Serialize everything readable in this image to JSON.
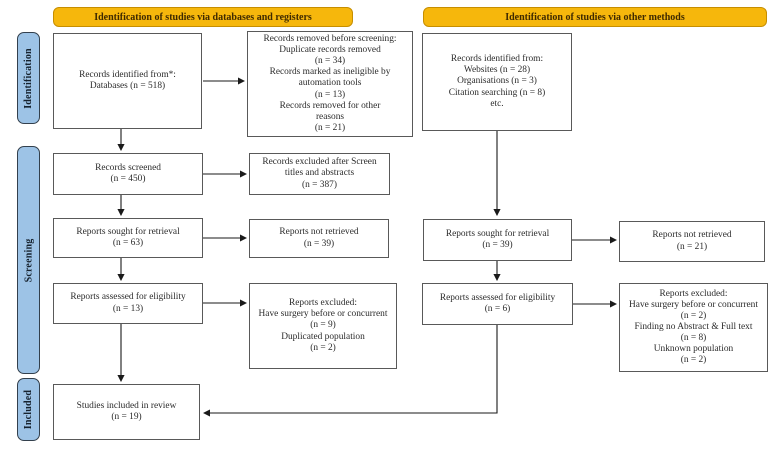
{
  "banners": [
    {
      "label": "Identification of studies via databases and registers"
    },
    {
      "label": "Identification of studies via other methods"
    }
  ],
  "stages": [
    {
      "label": "Identification"
    },
    {
      "label": "Screening"
    },
    {
      "label": "Included"
    }
  ],
  "boxes": {
    "records_identified_db": "Records identified from*:\nDatabases (n = 518)",
    "records_removed": "Records removed before screening:\nDuplicate records removed\n(n = 34)\nRecords marked as ineligible by\nautomation tools\n(n = 13)\nRecords removed for other\nreasons\n(n = 21)",
    "records_screened": "Records screened\n(n = 450)",
    "records_excluded": "Records excluded after Screen\ntitles and abstracts\n(n = 387)",
    "reports_sought_db": "Reports sought for retrieval\n(n = 63)",
    "reports_not_retrieved_db": "Reports not retrieved\n(n = 39)",
    "reports_assessed_db": "Reports assessed for eligibility\n(n = 13)",
    "reports_excluded_db": "Reports excluded:\nHave surgery before or concurrent\n(n = 9)\nDuplicated population\n(n = 2)",
    "studies_included": "Studies included in review\n(n = 19)",
    "records_identified_other": "Records identified from:\nWebsites (n = 28)\nOrganisations (n = 3)\nCitation searching (n = 8)\netc.",
    "reports_sought_other": "Reports sought for retrieval\n(n = 39)",
    "reports_not_retrieved_other": "Reports not retrieved\n(n = 21)",
    "reports_assessed_other": "Reports assessed for eligibility\n(n = 6)",
    "reports_excluded_other": "Reports excluded:\nHave surgery before or concurrent\n(n = 2)\nFinding no Abstract & Full text\n(n = 8)\nUnknown population\n(n = 2)"
  },
  "colors": {
    "banner_fill": "#f6b70c",
    "banner_border": "#c68e00",
    "banner_text": "#3f2a00",
    "stage_fill": "#9dc3e6",
    "stage_border": "#33404d",
    "box_border": "#595959",
    "arrow": "#1a1a1a"
  }
}
